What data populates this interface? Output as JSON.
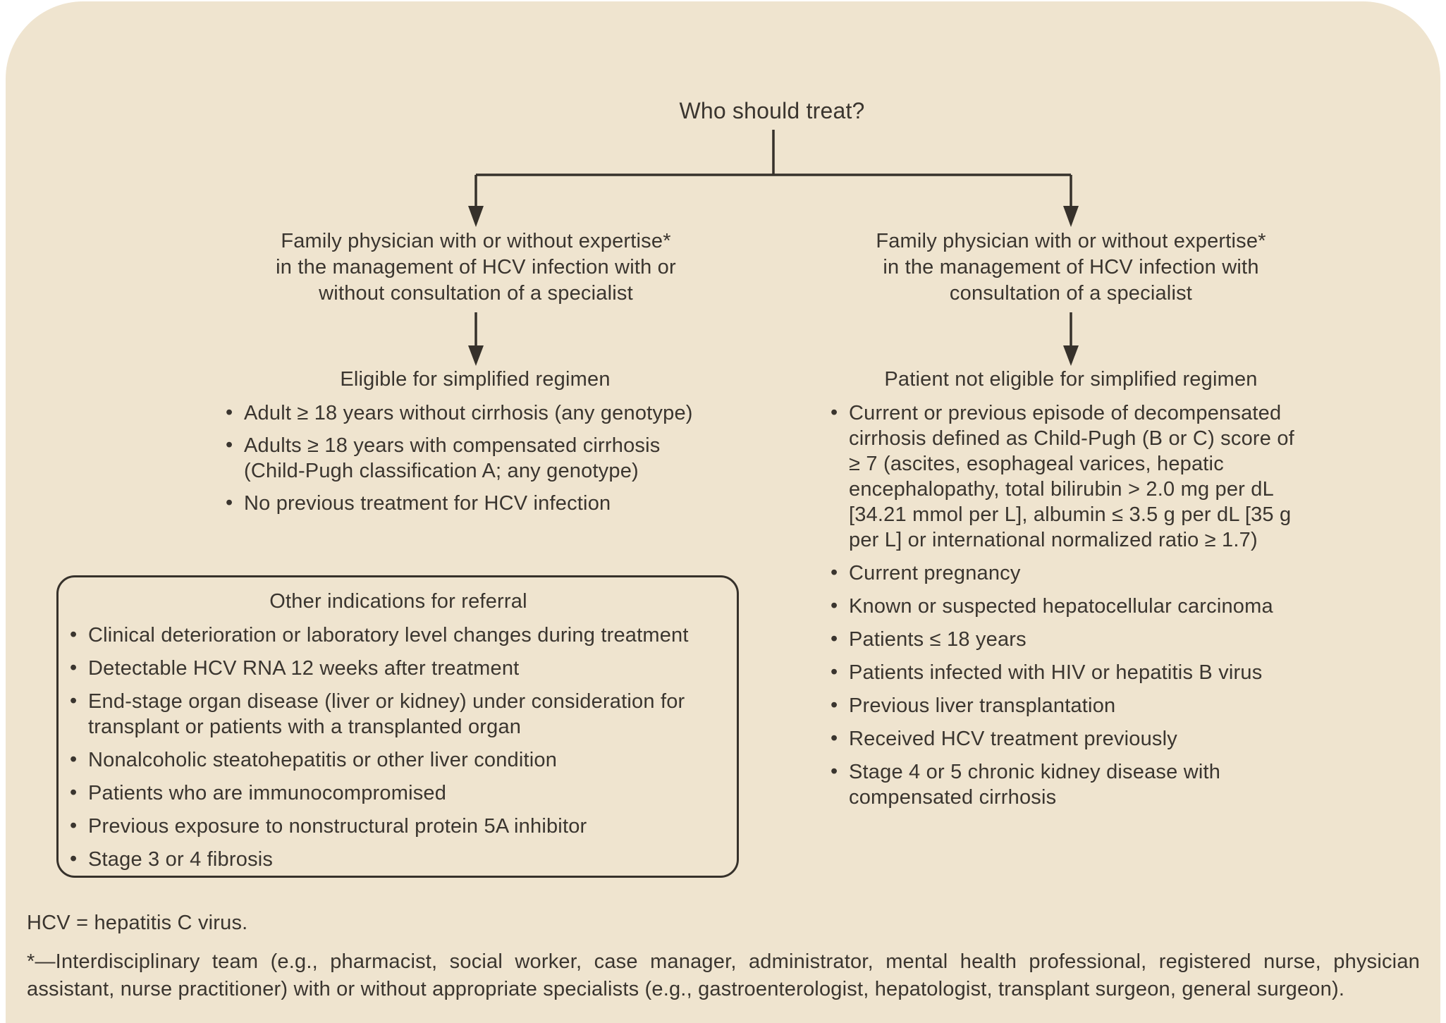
{
  "figure": {
    "title": "Who should treat?",
    "left_branch": {
      "lines": [
        "Family physician with or without expertise*",
        "in the management of HCV infection with or",
        "without consultation of a specialist"
      ]
    },
    "right_branch": {
      "lines": [
        "Family physician with or without expertise*",
        "in the management of HCV infection with",
        "consultation of a specialist"
      ]
    },
    "left_column": {
      "heading": "Eligible for simplified regimen",
      "bullets": [
        "Adult ≥ 18 years without cirrhosis (any genotype)",
        "Adults ≥ 18 years with compensated cirrhosis (Child-Pugh classification A; any genotype)",
        "No previous treatment for HCV infection"
      ]
    },
    "right_column": {
      "heading": "Patient not eligible for simplified regimen",
      "bullets": [
        "Current or previous episode of decompensated cirrhosis defined as Child-Pugh (B or C) score of ≥ 7 (ascites, esophageal varices, hepatic encephalopathy, total bilirubin > 2.0 mg per dL [34.21 mmol per L], albumin ≤ 3.5 g per dL [35 g per L] or international normalized ratio ≥ 1.7)",
        "Current pregnancy",
        "Known or suspected hepatocellular carcinoma",
        "Patients ≤ 18 years",
        "Patients infected with HIV or hepatitis B virus",
        "Previous liver transplantation",
        "Received HCV treatment previously",
        "Stage 4 or 5 chronic kidney disease with compensated cirrhosis"
      ]
    },
    "referral_box": {
      "heading": "Other indications for referral",
      "bullets": [
        "Clinical deterioration or laboratory level changes during treatment",
        "Detectable HCV RNA 12 weeks after treatment",
        "End-stage organ disease (liver or kidney) under consideration for transplant or patients with a transplanted organ",
        "Nonalcoholic steatohepatitis or other liver condition",
        "Patients who are immunocompromised",
        "Previous exposure to nonstructural protein 5A inhibitor",
        "Stage 3 or 4 fibrosis"
      ]
    },
    "footnotes": {
      "abbreviation": "HCV = hepatitis C virus.",
      "asterisk_lines": [
        "*—Interdisciplinary team (e.g., pharmacist, social worker, case manager, administrator, mental health professional, registered nurse, physician",
        "assistant, nurse practitioner) with or without appropriate specialists (e.g., gastroenterologist, hepatologist, transplant surgeon, general surgeon)."
      ]
    }
  },
  "colors": {
    "panel_bg": "#efe4cf",
    "text": "#3a352f",
    "line": "#36312b",
    "page_bg": "#ffffff"
  }
}
